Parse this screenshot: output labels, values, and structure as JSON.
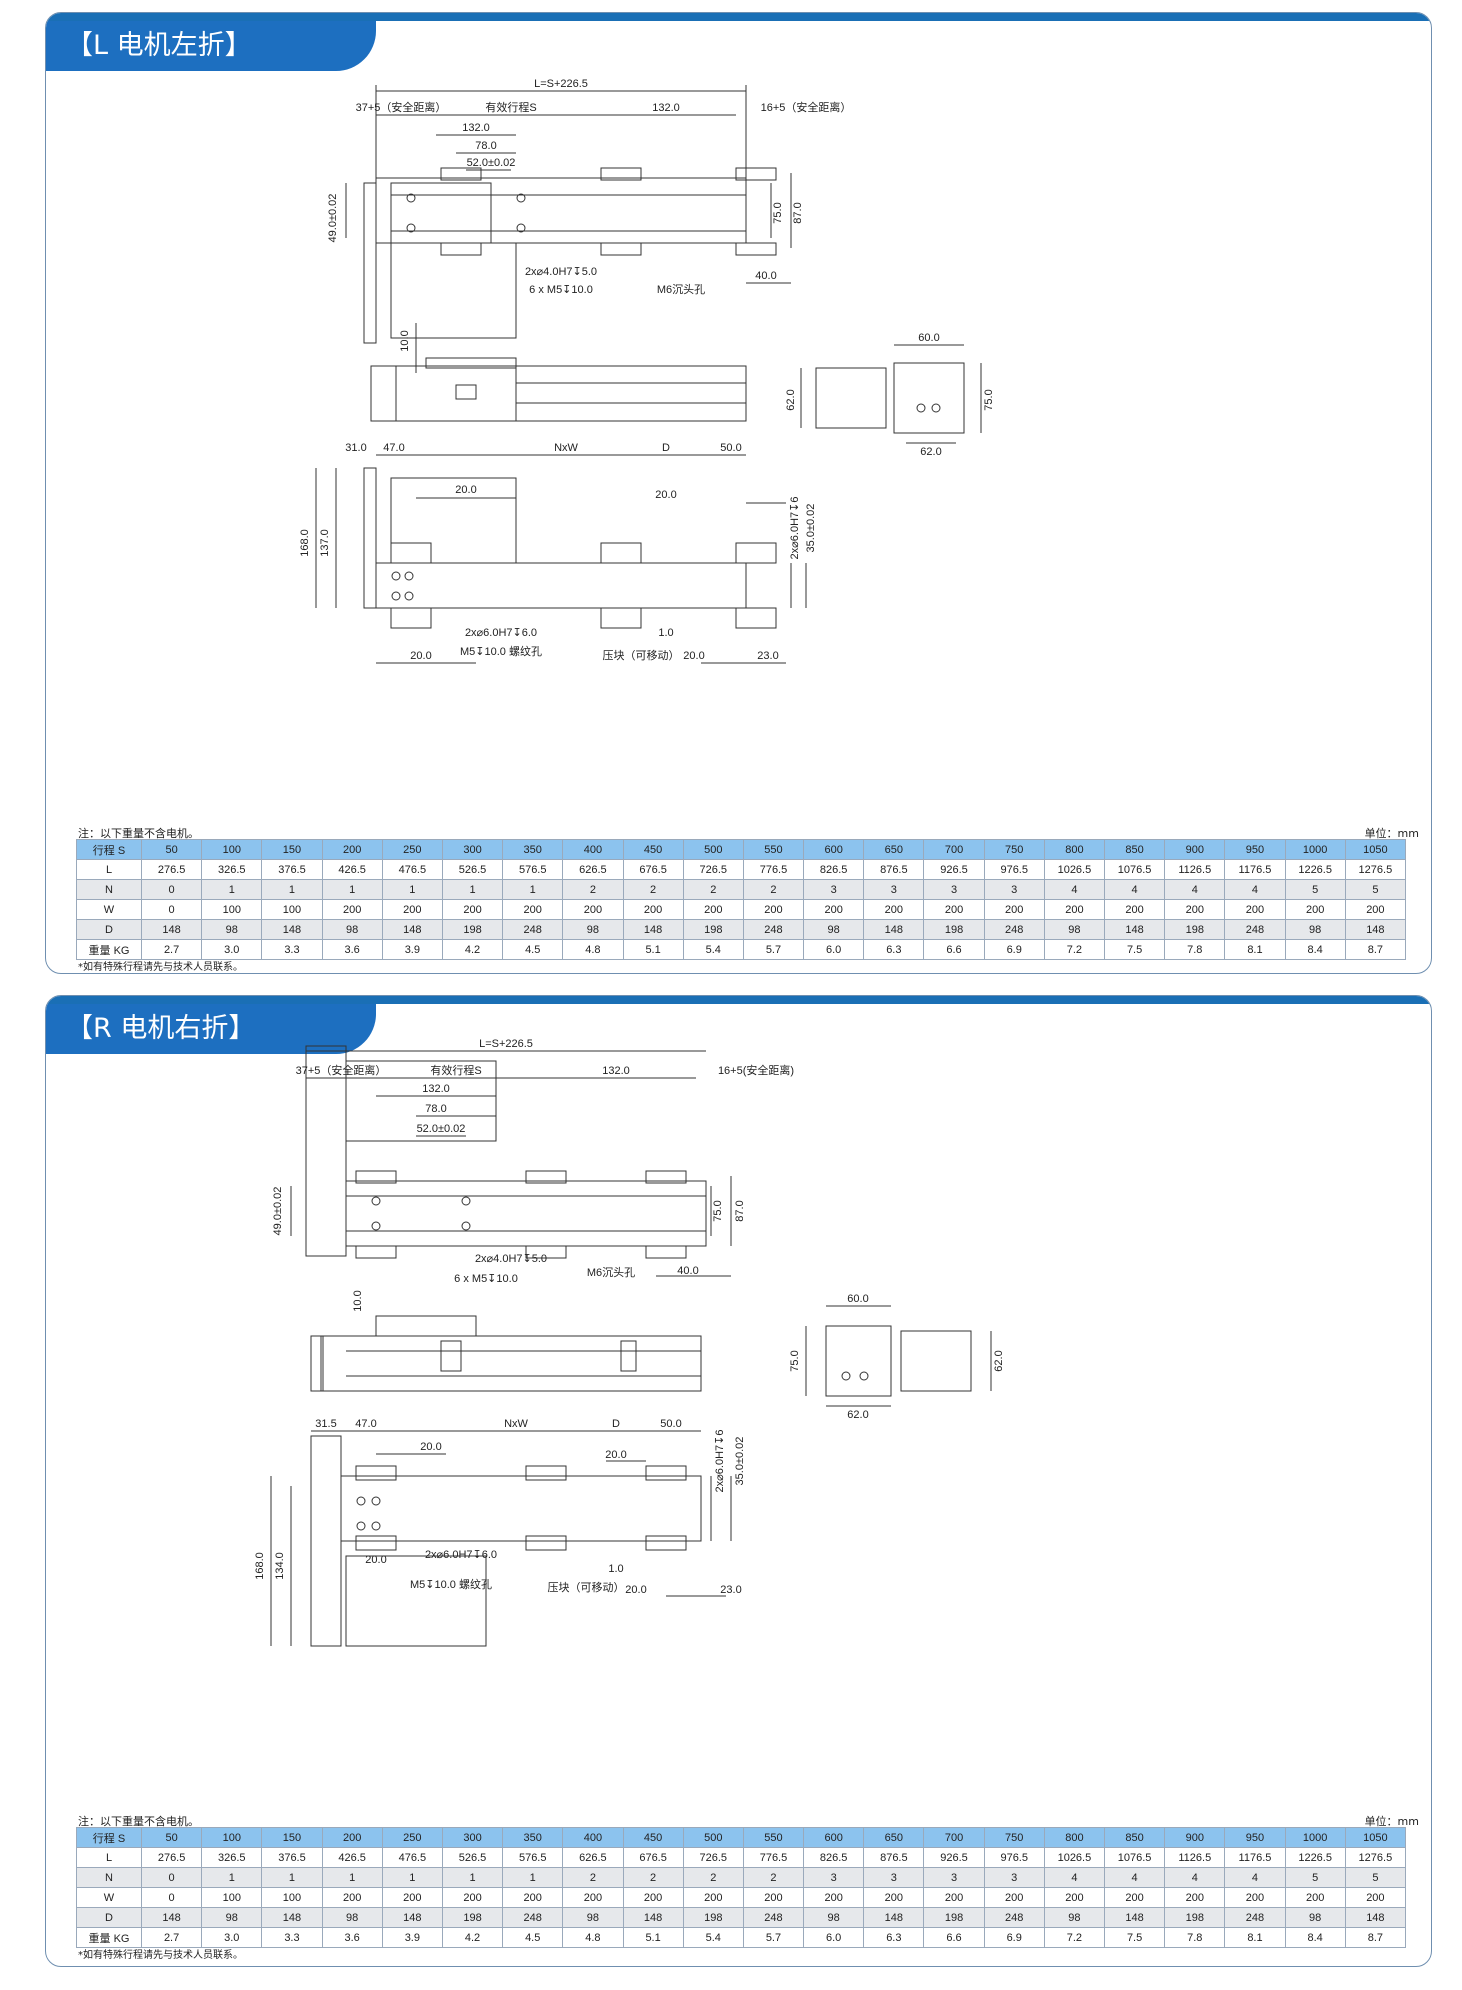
{
  "sections": [
    {
      "title": "【L 电机左折】",
      "dims_top": {
        "total_length": "L=S+226.5",
        "safety_left": "37+5（安全距离）",
        "stroke": "有效行程S",
        "right_132": "132.0",
        "safety_right": "16+5（安全距离）",
        "d132": "132.0",
        "d78": "78.0",
        "d52": "52.0±0.02",
        "d49": "49.0±0.02",
        "d75": "75.0",
        "d87": "87.0",
        "pin_hole": "2x⌀4.0H7↧5.0",
        "thread_hole": "6 x M5↧10.0",
        "counterbore": "M6沉头孔",
        "d40": "40.0",
        "d10": "10.0"
      },
      "dims_end": {
        "d60": "60.0",
        "d62h": "62.0",
        "d62w": "62.0",
        "d75": "75.0"
      },
      "dims_bottom": {
        "d31": "31.0",
        "d47": "47.0",
        "nxw": "NxW",
        "d": "D",
        "d50": "50.0",
        "d20a": "20.0",
        "d20b": "20.0",
        "d168": "168.0",
        "d137": "137.0",
        "pin6": "2x⌀6.0H7↧6",
        "d35": "35.0±0.02",
        "pin6b": "2x⌀6.0H7↧6.0",
        "m5": "M5↧10.0 螺纹孔",
        "press": "压块（可移动）",
        "d1": "1.0",
        "d20c": "20.0",
        "d20d": "20.0",
        "d23": "23.0"
      }
    },
    {
      "title": "【R 电机右折】",
      "dims_top": {
        "total_length": "L=S+226.5",
        "safety_left": "37+5（安全距离）",
        "stroke": "有效行程S",
        "right_132": "132.0",
        "safety_right": "16+5(安全距离)",
        "d132": "132.0",
        "d78": "78.0",
        "d52": "52.0±0.02",
        "d49": "49.0±0.02",
        "d75": "75.0",
        "d87": "87.0",
        "pin_hole": "2x⌀4.0H7↧5.0",
        "thread_hole": "6 x M5↧10.0",
        "counterbore": "M6沉头孔",
        "d40": "40.0",
        "d10": "10.0"
      },
      "dims_end": {
        "d60": "60.0",
        "d62h": "62.0",
        "d62w": "62.0",
        "d75": "75.0"
      },
      "dims_bottom": {
        "d31": "31.5",
        "d47": "47.0",
        "nxw": "NxW",
        "d": "D",
        "d50": "50.0",
        "d20a": "20.0",
        "d20b": "20.0",
        "d168": "168.0",
        "d137": "134.0",
        "pin6": "2x⌀6.0H7↧6",
        "d35": "35.0±0.02",
        "pin6b": "2x⌀6.0H7↧6.0",
        "m5": "M5↧10.0 螺纹孔",
        "press": "压块（可移动）",
        "d1": "1.0",
        "d20c": "20.0",
        "d20d": "20.0",
        "d23": "23.0"
      }
    }
  ],
  "note": "注：以下重量不含电机。",
  "unit": "单位：mm",
  "footnote": "*如有特殊行程请先与技术人员联系。",
  "table": {
    "rows": [
      {
        "label": "行程 S",
        "values": [
          "50",
          "100",
          "150",
          "200",
          "250",
          "300",
          "350",
          "400",
          "450",
          "500",
          "550",
          "600",
          "650",
          "700",
          "750",
          "800",
          "850",
          "900",
          "950",
          "1000",
          "1050"
        ]
      },
      {
        "label": "L",
        "values": [
          "276.5",
          "326.5",
          "376.5",
          "426.5",
          "476.5",
          "526.5",
          "576.5",
          "626.5",
          "676.5",
          "726.5",
          "776.5",
          "826.5",
          "876.5",
          "926.5",
          "976.5",
          "1026.5",
          "1076.5",
          "1126.5",
          "1176.5",
          "1226.5",
          "1276.5"
        ]
      },
      {
        "label": "N",
        "values": [
          "0",
          "1",
          "1",
          "1",
          "1",
          "1",
          "1",
          "2",
          "2",
          "2",
          "2",
          "3",
          "3",
          "3",
          "3",
          "4",
          "4",
          "4",
          "4",
          "5",
          "5"
        ]
      },
      {
        "label": "W",
        "values": [
          "0",
          "100",
          "100",
          "200",
          "200",
          "200",
          "200",
          "200",
          "200",
          "200",
          "200",
          "200",
          "200",
          "200",
          "200",
          "200",
          "200",
          "200",
          "200",
          "200",
          "200"
        ]
      },
      {
        "label": "D",
        "values": [
          "148",
          "98",
          "148",
          "98",
          "148",
          "198",
          "248",
          "98",
          "148",
          "198",
          "248",
          "98",
          "148",
          "198",
          "248",
          "98",
          "148",
          "198",
          "248",
          "98",
          "148"
        ]
      },
      {
        "label": "重量 KG",
        "values": [
          "2.7",
          "3.0",
          "3.3",
          "3.6",
          "3.9",
          "4.2",
          "4.5",
          "4.8",
          "5.1",
          "5.4",
          "5.7",
          "6.0",
          "6.3",
          "6.6",
          "6.9",
          "7.2",
          "7.5",
          "7.8",
          "8.1",
          "8.4",
          "8.7"
        ]
      }
    ]
  },
  "colors": {
    "accent": "#1d6fc0",
    "table_header": "#8cc3ee",
    "row_shade": "#e6e8eb"
  }
}
